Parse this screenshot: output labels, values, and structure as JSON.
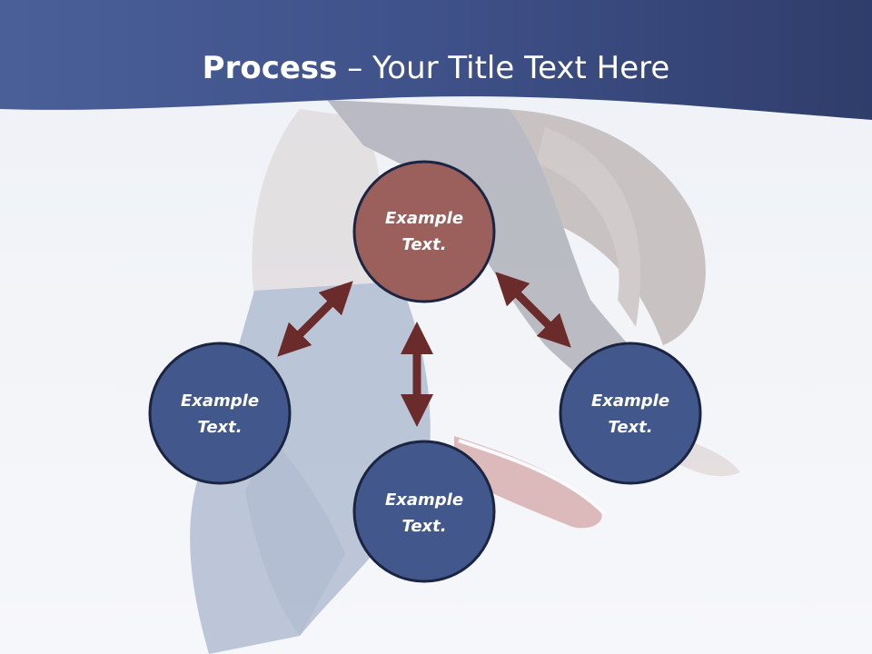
{
  "slide": {
    "title_bold": "Process",
    "title_dash": " – ",
    "title_rest": "Your Title Text Here"
  },
  "colors": {
    "header_blue": "#3e5187",
    "node_blue": "#42578b",
    "node_red": "#9b5f5c",
    "node_stroke": "#1b2440",
    "arrow": "#6b2b2b"
  },
  "nodes": [
    {
      "id": "top",
      "line1": "Example",
      "line2": "Text.",
      "color": "red"
    },
    {
      "id": "left",
      "line1": "Example",
      "line2": "Text.",
      "color": "blue"
    },
    {
      "id": "bottom",
      "line1": "Example",
      "line2": "Text.",
      "color": "blue"
    },
    {
      "id": "right",
      "line1": "Example",
      "line2": "Text.",
      "color": "blue"
    }
  ]
}
